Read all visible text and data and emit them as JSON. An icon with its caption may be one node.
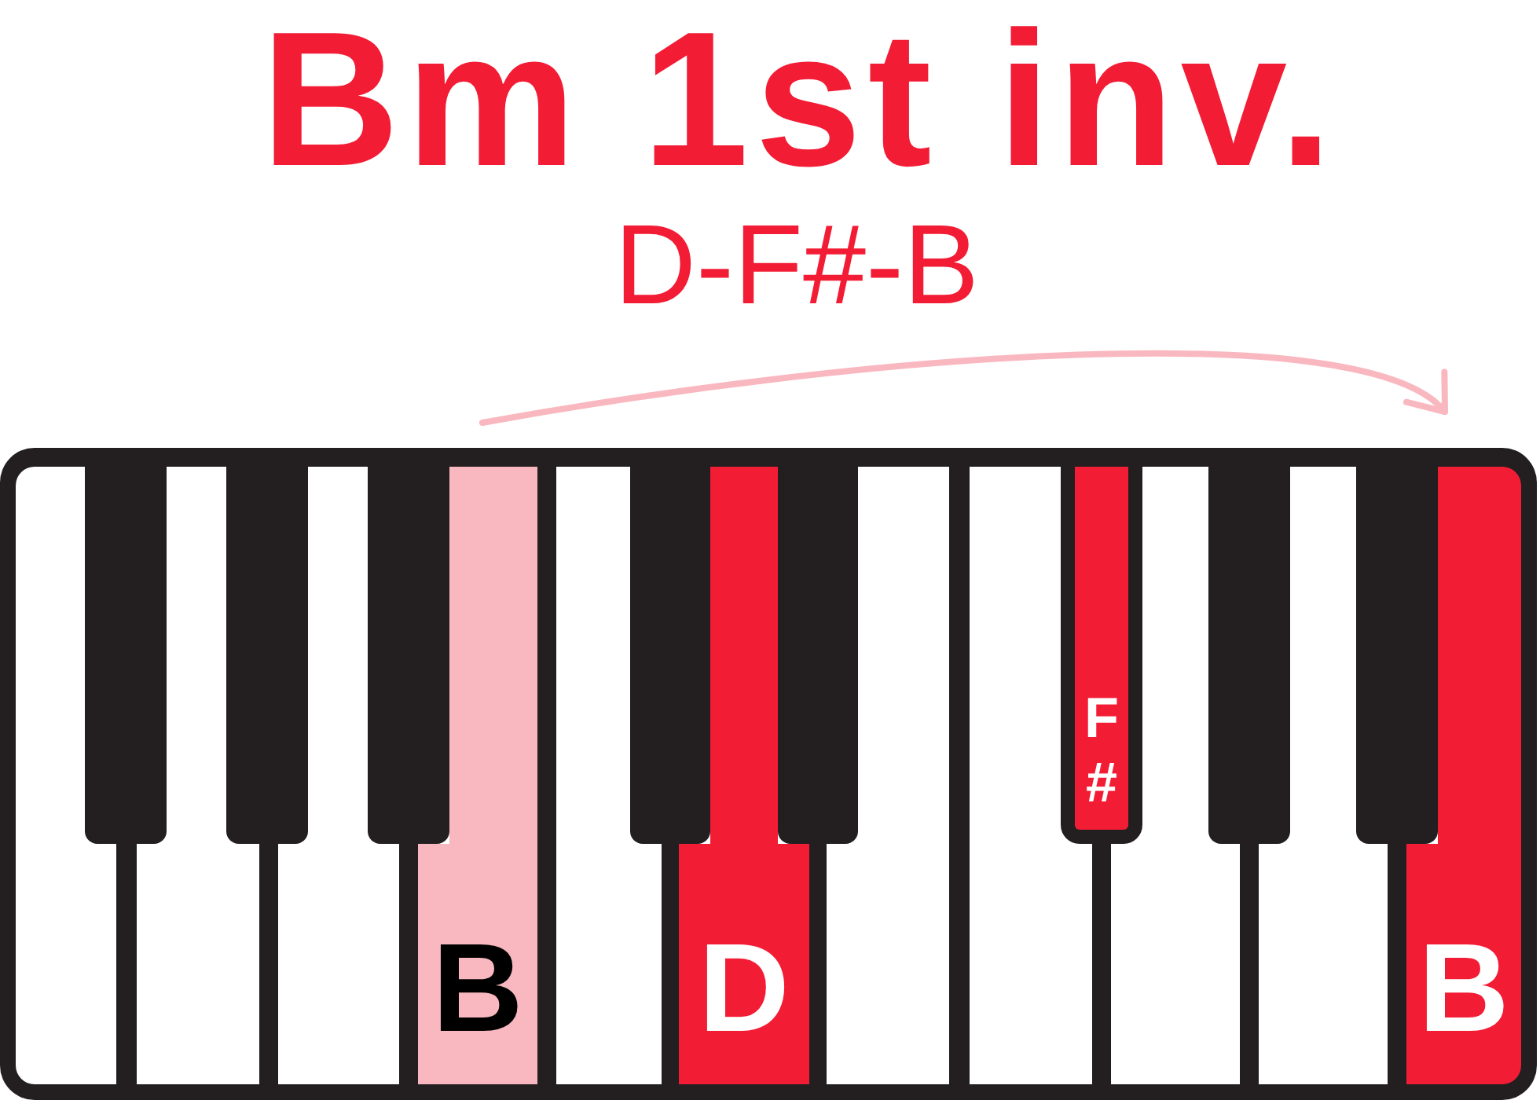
{
  "diagram": {
    "title": "Bm 1st inv.",
    "nodes": [
      {
        "text": [],
        "shape": "box"
      },
      {
        "text": [],
        "shape": "box"
      },
      {
        "text": [],
        "shape": "box"
      },
      {
        "text": [],
        "shape": "box"
      },
      {
        "text": [],
        "shape": "box"
      },
      {
        "text": [],
        "shape": "box"
      },
      {
        "text": [
          "B"
        ]
      },
      {
        "text": [],
        "shape": "box"
      },
      {
        "text": [],
        "shape": "box"
      },
      {
        "text": [
          "D"
        ]
      },
      {
        "text": [],
        "shape": "box"
      },
      {
        "text": [],
        "shape": "box"
      },
      {
        "text": [],
        "shape": "box"
      },
      {
        "text": [
          "F#"
        ]
      },
      {
        "text": [],
        "shape": "box"
      },
      {
        "text": [],
        "shape": "box"
      },
      {
        "text": [],
        "shape": "box"
      },
      {
        "text": [],
        "shape": "box"
      },
      {
        "text": [
          "B"
        ]
      }
    ],
    "edges": [
      {
        "from": 6,
        "to": 18,
        "arrow": "to",
        "color": "#f9b8c0"
      }
    ],
    "labels": [
      "D-F#-B"
    ]
  }
}
